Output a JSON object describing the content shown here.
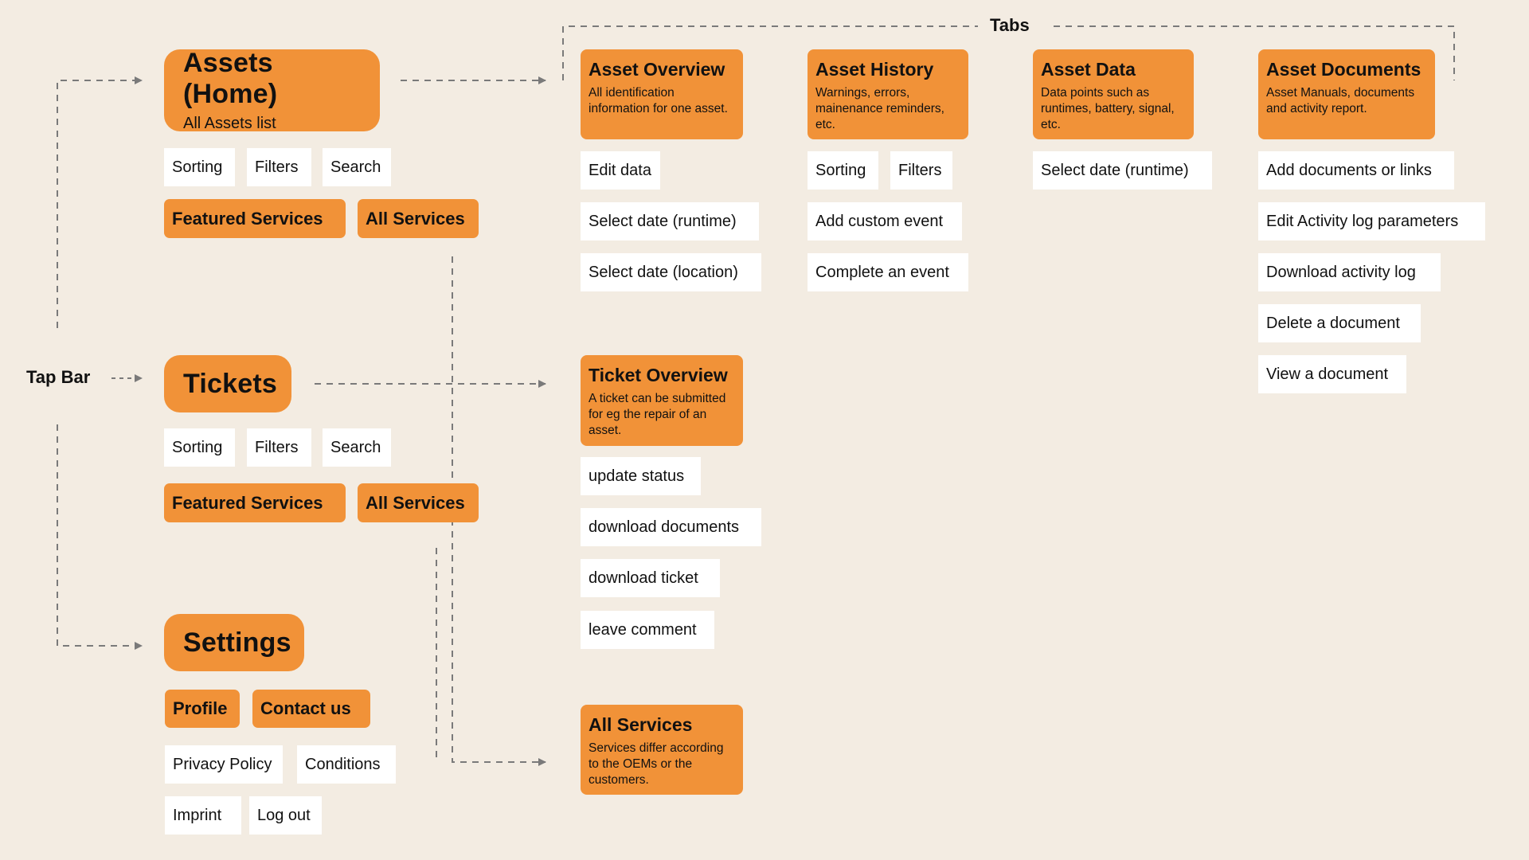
{
  "tap_bar": {
    "label": "Tap Bar"
  },
  "tabs_label": "Tabs",
  "colors": {
    "background": "#f3ece2",
    "node": "#f19238",
    "chip": "#ffffff",
    "line": "#7a7a7a"
  },
  "assets": {
    "title": "Assets (Home)",
    "subtitle": "All Assets list",
    "chips": [
      "Sorting",
      "Filters",
      "Search"
    ],
    "services": [
      "Featured Services",
      "All Services"
    ]
  },
  "tickets": {
    "title": "Tickets",
    "chips": [
      "Sorting",
      "Filters",
      "Search"
    ],
    "services": [
      "Featured Services",
      "All Services"
    ]
  },
  "settings": {
    "title": "Settings",
    "primary": [
      "Profile",
      "Contact us"
    ],
    "links_row1": [
      "Privacy Policy",
      "Conditions"
    ],
    "links_row2": [
      "Imprint",
      "Log out"
    ]
  },
  "asset_tabs": [
    {
      "title": "Asset Overview",
      "desc": "All identification information for one asset.",
      "actions": [
        "Edit data",
        "Select date (runtime)",
        "Select date (location)"
      ]
    },
    {
      "title": "Asset History",
      "desc": "Warnings, errors, mainenance reminders, etc.",
      "actions": [
        "Sorting",
        "Filters",
        "Add custom event",
        "Complete an event"
      ]
    },
    {
      "title": "Asset Data",
      "desc": "Data points such as runtimes, battery, signal, etc.",
      "actions": [
        "Select date (runtime)"
      ]
    },
    {
      "title": "Asset Documents",
      "desc": "Asset Manuals, documents and activity report.",
      "actions": [
        "Add documents or links",
        "Edit Activity log parameters",
        "Download activity log",
        "Delete a document",
        "View a document"
      ]
    }
  ],
  "ticket_overview": {
    "title": "Ticket Overview",
    "desc": "A ticket can be submitted for eg the repair of an asset.",
    "actions": [
      "update status",
      "download documents",
      "download ticket",
      "leave comment"
    ]
  },
  "all_services": {
    "title": "All Services",
    "desc": "Services differ according to the OEMs or the customers."
  }
}
